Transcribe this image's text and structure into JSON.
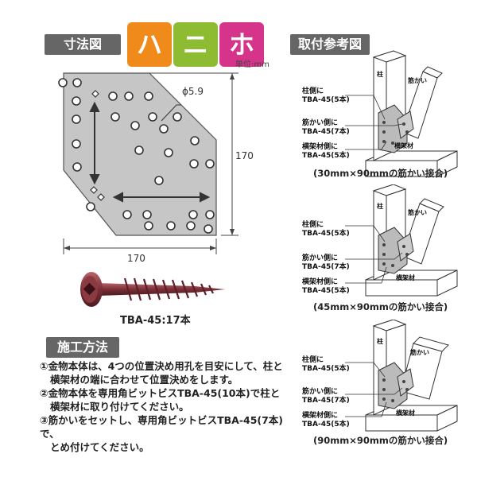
{
  "dimension_section": {
    "title": "寸法図",
    "badges": [
      {
        "char": "ハ",
        "color": "#ef8a1b"
      },
      {
        "char": "ニ",
        "color": "#8dbb32"
      },
      {
        "char": "ホ",
        "color": "#d6338a"
      }
    ],
    "unit": "単位:mm",
    "hole_label": "ϕ5.9",
    "width_label": "170",
    "height_label": "170"
  },
  "screw": {
    "label": "TBA-45:17本"
  },
  "install_ref": {
    "title": "取付参考図",
    "diagrams": [
      {
        "pillar": "柱",
        "brace": "筋かい",
        "beam": "横架材",
        "notes": [
          {
            "line1": "柱側に",
            "line2": "TBA-45(5本)"
          },
          {
            "line1": "筋かい側に",
            "line2": "TBA-45(7本)"
          },
          {
            "line1": "横架材側に",
            "line2": "TBA-45(5本)"
          }
        ],
        "caption": "(30mm×90mmの筋かい接合)"
      },
      {
        "pillar": "柱",
        "brace": "筋かい",
        "beam": "横架材",
        "notes": [
          {
            "line1": "柱側に",
            "line2": "TBA-45(5本)"
          },
          {
            "line1": "筋かい側に",
            "line2": "TBA-45(7本)"
          },
          {
            "line1": "横架材側に",
            "line2": "TBA-45(5本)"
          }
        ],
        "caption": "(45mm×90mmの筋かい接合)"
      },
      {
        "pillar": "柱",
        "brace": "筋かい",
        "beam": "横架材",
        "notes": [
          {
            "line1": "柱側に",
            "line2": "TBA-45(5本)"
          },
          {
            "line1": "筋かい側に",
            "line2": "TBA-45(7本)"
          },
          {
            "line1": "横架材側に",
            "line2": "TBA-45(5本)"
          }
        ],
        "caption": "(90mm×90mmの筋かい接合)"
      }
    ]
  },
  "method": {
    "title": "施工方法",
    "steps": [
      "①金物本体は、4つの位置決め用孔を目安にして、柱と",
      "横架材の端に合わせて位置決めをします。",
      "②金物本体を専用角ビットビスTBA-45(10本)で柱と",
      "横架材に取り付けてください。",
      "③筋かいをセットし、専用角ビットビスTBA-45(7本)で、",
      "とめ付けてください。"
    ]
  }
}
